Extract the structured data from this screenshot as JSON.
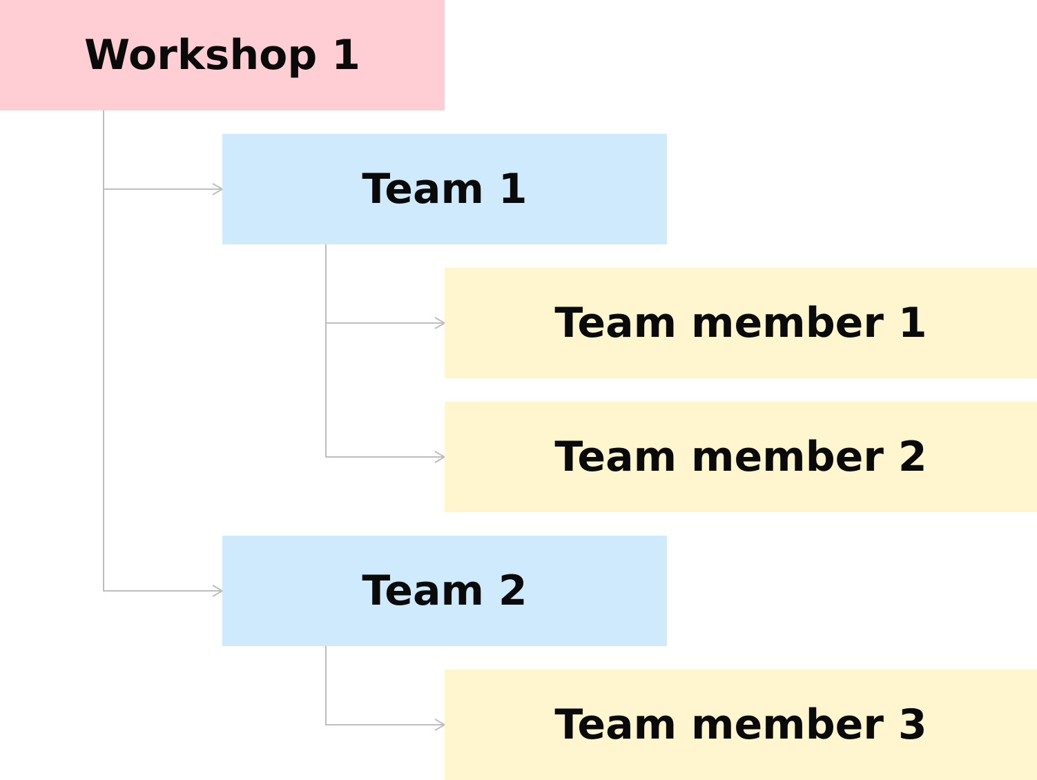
{
  "tree": {
    "root": {
      "label": "Workshop 1"
    },
    "teams": [
      {
        "label": "Team 1",
        "members": [
          {
            "label": "Team member 1"
          },
          {
            "label": "Team member 2"
          }
        ]
      },
      {
        "label": "Team 2",
        "members": [
          {
            "label": "Team member 3"
          }
        ]
      }
    ]
  },
  "colors": {
    "root_fill": "#ffcdd4",
    "team_fill": "#cfeafd",
    "member_fill": "#fff5cf",
    "connector": "#bdbdbd",
    "text": "#0a0a0a"
  }
}
